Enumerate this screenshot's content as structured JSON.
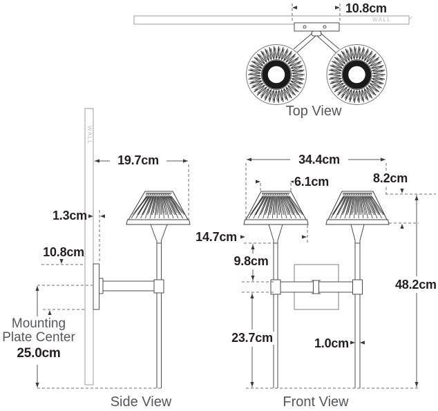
{
  "drawing": {
    "top_view": {
      "label": "Top View",
      "wall_text": "WALL",
      "backplate_width": "10.8cm"
    },
    "side_view": {
      "label": "Side View",
      "wall_text": "WALL",
      "extension_depth": "19.7cm",
      "backplate_depth": "1.3cm",
      "backplate_height": "10.8cm",
      "mounting_note_line1": "Mounting",
      "mounting_note_line2": "Plate Center",
      "mounting_note_value": "25.0cm"
    },
    "front_view": {
      "label": "Front View",
      "overall_width": "34.4cm",
      "shade_top_width": "6.1cm",
      "shade_height": "8.2cm",
      "shade_width": "14.7cm",
      "shade_to_arm": "9.8cm",
      "arm_to_bottom": "23.7cm",
      "overall_height": "48.2cm",
      "stem_width": "1.0cm"
    }
  },
  "colors": {
    "line": "#4a4a4a",
    "dim_text": "#231f20",
    "label_text": "#545659",
    "wall_text": "#bdbec0",
    "background": "#ffffff"
  }
}
